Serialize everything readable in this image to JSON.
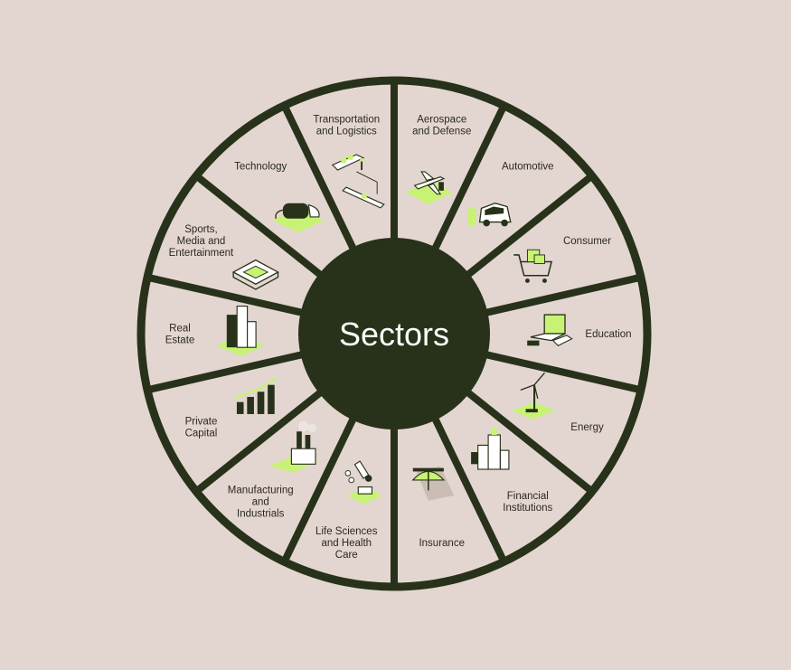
{
  "title": "Sectors",
  "colors": {
    "background": "#e3d6d0",
    "ring": "#28321a",
    "accent": "#c8f274",
    "panel": "#ffffff",
    "text": "#2a2a1c"
  },
  "sectors": [
    {
      "lines": [
        "Aerospace",
        "and Defense"
      ],
      "icon": "airplane-icon"
    },
    {
      "lines": [
        "Automotive"
      ],
      "icon": "car-icon"
    },
    {
      "lines": [
        "Consumer"
      ],
      "icon": "shopping-cart-icon"
    },
    {
      "lines": [
        "Education"
      ],
      "icon": "laptop-icon"
    },
    {
      "lines": [
        "Energy"
      ],
      "icon": "wind-turbine-icon"
    },
    {
      "lines": [
        "Financial",
        "Institutions"
      ],
      "icon": "bank-building-icon"
    },
    {
      "lines": [
        "Insurance"
      ],
      "icon": "umbrella-icon"
    },
    {
      "lines": [
        "Life Sciences",
        "and Health",
        "Care"
      ],
      "icon": "microscope-icon"
    },
    {
      "lines": [
        "Manufacturing",
        "and",
        "Industrials"
      ],
      "icon": "factory-icon"
    },
    {
      "lines": [
        "Private",
        "Capital"
      ],
      "icon": "growth-chart-icon"
    },
    {
      "lines": [
        "Real",
        "Estate"
      ],
      "icon": "skyscraper-icon"
    },
    {
      "lines": [
        "Sports,",
        "Media and",
        "Entertainment"
      ],
      "icon": "stadium-icon"
    },
    {
      "lines": [
        "Technology"
      ],
      "icon": "vr-headset-icon"
    },
    {
      "lines": [
        "Transportation",
        "and Logistics"
      ],
      "icon": "ship-train-icon"
    }
  ]
}
